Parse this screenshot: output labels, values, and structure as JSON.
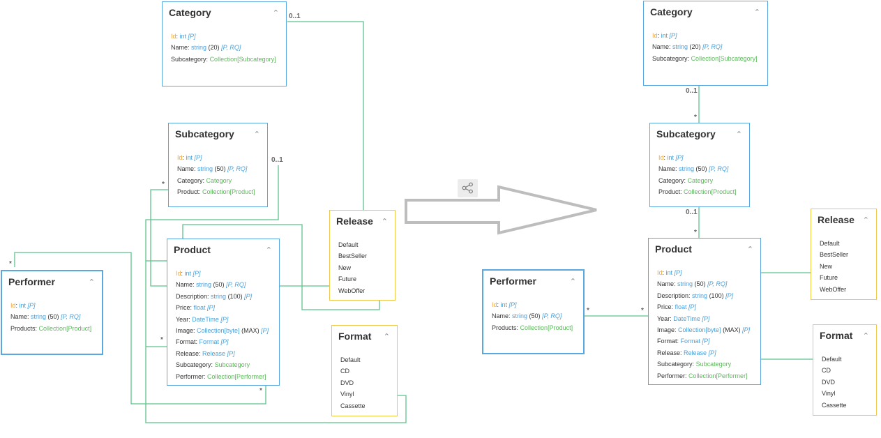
{
  "left": {
    "category": {
      "title": "Category",
      "attrs": [
        [
          {
            "t": "Id",
            "c": "k"
          },
          {
            "t": ": ",
            "c": "lit"
          },
          {
            "t": "int",
            "c": "t"
          },
          {
            "t": " [P]",
            "c": "f"
          }
        ],
        [
          {
            "t": "Name",
            "c": "lit"
          },
          {
            "t": ": ",
            "c": "lit"
          },
          {
            "t": "string",
            "c": "t"
          },
          {
            "t": " (20)",
            "c": "lit"
          },
          {
            "t": " [P, RQ]",
            "c": "f"
          }
        ],
        [
          {
            "t": "Subcategory",
            "c": "lit"
          },
          {
            "t": ": ",
            "c": "lit"
          },
          {
            "t": "Collection[Subcategory]",
            "c": "c"
          }
        ]
      ]
    },
    "subcategory": {
      "title": "Subcategory",
      "attrs": [
        [
          {
            "t": "Id",
            "c": "k"
          },
          {
            "t": ": ",
            "c": "lit"
          },
          {
            "t": "int",
            "c": "t"
          },
          {
            "t": " [P]",
            "c": "f"
          }
        ],
        [
          {
            "t": "Name",
            "c": "lit"
          },
          {
            "t": ": ",
            "c": "lit"
          },
          {
            "t": "string",
            "c": "t"
          },
          {
            "t": " (50)",
            "c": "lit"
          },
          {
            "t": " [P, RQ]",
            "c": "f"
          }
        ],
        [
          {
            "t": "Category",
            "c": "lit"
          },
          {
            "t": ": ",
            "c": "lit"
          },
          {
            "t": "Category",
            "c": "c"
          }
        ],
        [
          {
            "t": "Product",
            "c": "lit"
          },
          {
            "t": ": ",
            "c": "lit"
          },
          {
            "t": "Collection[Product]",
            "c": "c"
          }
        ]
      ]
    },
    "product": {
      "title": "Product",
      "attrs": [
        [
          {
            "t": "Id",
            "c": "k"
          },
          {
            "t": ": ",
            "c": "lit"
          },
          {
            "t": "int",
            "c": "t"
          },
          {
            "t": " [P]",
            "c": "f"
          }
        ],
        [
          {
            "t": "Name",
            "c": "lit"
          },
          {
            "t": ": ",
            "c": "lit"
          },
          {
            "t": "string",
            "c": "t"
          },
          {
            "t": " (50)",
            "c": "lit"
          },
          {
            "t": " [P, RQ]",
            "c": "f"
          }
        ],
        [
          {
            "t": "Description",
            "c": "lit"
          },
          {
            "t": ": ",
            "c": "lit"
          },
          {
            "t": "string",
            "c": "t"
          },
          {
            "t": " (100)",
            "c": "lit"
          },
          {
            "t": " [P]",
            "c": "f"
          }
        ],
        [
          {
            "t": "Price",
            "c": "lit"
          },
          {
            "t": ": ",
            "c": "lit"
          },
          {
            "t": "float",
            "c": "t"
          },
          {
            "t": " [P]",
            "c": "f"
          }
        ],
        [
          {
            "t": "Year",
            "c": "lit"
          },
          {
            "t": ": ",
            "c": "lit"
          },
          {
            "t": "DateTime",
            "c": "t"
          },
          {
            "t": " [P]",
            "c": "f"
          }
        ],
        [
          {
            "t": "Image",
            "c": "lit"
          },
          {
            "t": ": ",
            "c": "lit"
          },
          {
            "t": "Collection[byte]",
            "c": "t"
          },
          {
            "t": " (MAX)",
            "c": "lit"
          },
          {
            "t": " [P]",
            "c": "f"
          }
        ],
        [
          {
            "t": "Format",
            "c": "lit"
          },
          {
            "t": ": ",
            "c": "lit"
          },
          {
            "t": "Format",
            "c": "t"
          },
          {
            "t": " [P]",
            "c": "f"
          }
        ],
        [
          {
            "t": "Release",
            "c": "lit"
          },
          {
            "t": ": ",
            "c": "lit"
          },
          {
            "t": "Release",
            "c": "t"
          },
          {
            "t": " [P]",
            "c": "f"
          }
        ],
        [
          {
            "t": "Subcategory",
            "c": "lit"
          },
          {
            "t": ": ",
            "c": "lit"
          },
          {
            "t": "Subcategory",
            "c": "c"
          }
        ],
        [
          {
            "t": "Performer",
            "c": "lit"
          },
          {
            "t": ": ",
            "c": "lit"
          },
          {
            "t": "Collection[Performer]",
            "c": "c"
          }
        ]
      ]
    },
    "performer": {
      "title": "Performer",
      "attrs": [
        [
          {
            "t": "Id",
            "c": "k"
          },
          {
            "t": ": ",
            "c": "lit"
          },
          {
            "t": "int",
            "c": "t"
          },
          {
            "t": " [P]",
            "c": "f"
          }
        ],
        [
          {
            "t": "Name",
            "c": "lit"
          },
          {
            "t": ": ",
            "c": "lit"
          },
          {
            "t": "string",
            "c": "t"
          },
          {
            "t": " (50)",
            "c": "lit"
          },
          {
            "t": " [P, RQ]",
            "c": "f"
          }
        ],
        [
          {
            "t": "Products",
            "c": "lit"
          },
          {
            "t": ": ",
            "c": "lit"
          },
          {
            "t": "Collection[Product]",
            "c": "c"
          }
        ]
      ]
    },
    "release": {
      "title": "Release",
      "attrs": [
        [
          {
            "t": "Default",
            "c": "lit"
          }
        ],
        [
          {
            "t": "BestSeller",
            "c": "lit"
          }
        ],
        [
          {
            "t": "New",
            "c": "lit"
          }
        ],
        [
          {
            "t": "Future",
            "c": "lit"
          }
        ],
        [
          {
            "t": "WebOffer",
            "c": "lit"
          }
        ]
      ]
    },
    "format": {
      "title": "Format",
      "attrs": [
        [
          {
            "t": "Default",
            "c": "lit"
          }
        ],
        [
          {
            "t": "CD",
            "c": "lit"
          }
        ],
        [
          {
            "t": "DVD",
            "c": "lit"
          }
        ],
        [
          {
            "t": "Vinyl",
            "c": "lit"
          }
        ],
        [
          {
            "t": "Cassette",
            "c": "lit"
          }
        ]
      ]
    }
  },
  "right": {
    "category": {
      "title": "Category",
      "attrs": [
        [
          {
            "t": "Id",
            "c": "k"
          },
          {
            "t": ": ",
            "c": "lit"
          },
          {
            "t": "int",
            "c": "t"
          },
          {
            "t": " [P]",
            "c": "f"
          }
        ],
        [
          {
            "t": "Name",
            "c": "lit"
          },
          {
            "t": ": ",
            "c": "lit"
          },
          {
            "t": "string",
            "c": "t"
          },
          {
            "t": " (20)",
            "c": "lit"
          },
          {
            "t": " [P, RQ]",
            "c": "f"
          }
        ],
        [
          {
            "t": "Subcategory",
            "c": "lit"
          },
          {
            "t": ": ",
            "c": "lit"
          },
          {
            "t": "Collection[Subcategory]",
            "c": "c"
          }
        ]
      ]
    },
    "subcategory": {
      "title": "Subcategory",
      "attrs": [
        [
          {
            "t": "Id",
            "c": "k"
          },
          {
            "t": ": ",
            "c": "lit"
          },
          {
            "t": "int",
            "c": "t"
          },
          {
            "t": " [P]",
            "c": "f"
          }
        ],
        [
          {
            "t": "Name",
            "c": "lit"
          },
          {
            "t": ": ",
            "c": "lit"
          },
          {
            "t": "string",
            "c": "t"
          },
          {
            "t": " (50)",
            "c": "lit"
          },
          {
            "t": " [P, RQ]",
            "c": "f"
          }
        ],
        [
          {
            "t": "Category",
            "c": "lit"
          },
          {
            "t": ": ",
            "c": "lit"
          },
          {
            "t": "Category",
            "c": "c"
          }
        ],
        [
          {
            "t": "Product",
            "c": "lit"
          },
          {
            "t": ": ",
            "c": "lit"
          },
          {
            "t": "Collection[Product]",
            "c": "c"
          }
        ]
      ]
    },
    "product": {
      "title": "Product",
      "attrs": [
        [
          {
            "t": "Id",
            "c": "k"
          },
          {
            "t": ": ",
            "c": "lit"
          },
          {
            "t": "int",
            "c": "t"
          },
          {
            "t": " [P]",
            "c": "f"
          }
        ],
        [
          {
            "t": "Name",
            "c": "lit"
          },
          {
            "t": ": ",
            "c": "lit"
          },
          {
            "t": "string",
            "c": "t"
          },
          {
            "t": " (50)",
            "c": "lit"
          },
          {
            "t": " [P, RQ]",
            "c": "f"
          }
        ],
        [
          {
            "t": "Description",
            "c": "lit"
          },
          {
            "t": ": ",
            "c": "lit"
          },
          {
            "t": "string",
            "c": "t"
          },
          {
            "t": " (100)",
            "c": "lit"
          },
          {
            "t": " [P]",
            "c": "f"
          }
        ],
        [
          {
            "t": "Price",
            "c": "lit"
          },
          {
            "t": ": ",
            "c": "lit"
          },
          {
            "t": "float",
            "c": "t"
          },
          {
            "t": " [P]",
            "c": "f"
          }
        ],
        [
          {
            "t": "Year",
            "c": "lit"
          },
          {
            "t": ": ",
            "c": "lit"
          },
          {
            "t": "DateTime",
            "c": "t"
          },
          {
            "t": " [P]",
            "c": "f"
          }
        ],
        [
          {
            "t": "Image",
            "c": "lit"
          },
          {
            "t": ": ",
            "c": "lit"
          },
          {
            "t": "Collection[byte]",
            "c": "t"
          },
          {
            "t": " (MAX)",
            "c": "lit"
          },
          {
            "t": " [P]",
            "c": "f"
          }
        ],
        [
          {
            "t": "Format",
            "c": "lit"
          },
          {
            "t": ": ",
            "c": "lit"
          },
          {
            "t": "Format",
            "c": "t"
          },
          {
            "t": " [P]",
            "c": "f"
          }
        ],
        [
          {
            "t": "Release",
            "c": "lit"
          },
          {
            "t": ": ",
            "c": "lit"
          },
          {
            "t": "Release",
            "c": "t"
          },
          {
            "t": " [P]",
            "c": "f"
          }
        ],
        [
          {
            "t": "Subcategory",
            "c": "lit"
          },
          {
            "t": ": ",
            "c": "lit"
          },
          {
            "t": "Subcategory",
            "c": "c"
          }
        ],
        [
          {
            "t": "Performer",
            "c": "lit"
          },
          {
            "t": ": ",
            "c": "lit"
          },
          {
            "t": "Collection[Performer]",
            "c": "c"
          }
        ]
      ]
    },
    "performer": {
      "title": "Performer",
      "attrs": [
        [
          {
            "t": "Id",
            "c": "k"
          },
          {
            "t": ": ",
            "c": "lit"
          },
          {
            "t": "int",
            "c": "t"
          },
          {
            "t": " [P]",
            "c": "f"
          }
        ],
        [
          {
            "t": "Name",
            "c": "lit"
          },
          {
            "t": ": ",
            "c": "lit"
          },
          {
            "t": "string",
            "c": "t"
          },
          {
            "t": " (50)",
            "c": "lit"
          },
          {
            "t": " [P, RQ]",
            "c": "f"
          }
        ],
        [
          {
            "t": "Products",
            "c": "lit"
          },
          {
            "t": ": ",
            "c": "lit"
          },
          {
            "t": "Collection[Product]",
            "c": "c"
          }
        ]
      ]
    },
    "release": {
      "title": "Release",
      "attrs": [
        [
          {
            "t": "Default",
            "c": "lit"
          }
        ],
        [
          {
            "t": "BestSeller",
            "c": "lit"
          }
        ],
        [
          {
            "t": "New",
            "c": "lit"
          }
        ],
        [
          {
            "t": "Future",
            "c": "lit"
          }
        ],
        [
          {
            "t": "WebOffer",
            "c": "lit"
          }
        ]
      ]
    },
    "format": {
      "title": "Format",
      "attrs": [
        [
          {
            "t": "Default",
            "c": "lit"
          }
        ],
        [
          {
            "t": "CD",
            "c": "lit"
          }
        ],
        [
          {
            "t": "DVD",
            "c": "lit"
          }
        ],
        [
          {
            "t": "Vinyl",
            "c": "lit"
          }
        ],
        [
          {
            "t": "Cassette",
            "c": "lit"
          }
        ]
      ]
    }
  },
  "labels": {
    "many": "*",
    "zero_one": "0..1"
  },
  "colors": {
    "entity_border": "#5aa8e0",
    "enum_border": "#f0c84a",
    "connector": "#5cc48a",
    "key": "#f4a43a",
    "type": "#4a9fd8",
    "collection": "#5bb85b",
    "arrow": "#bdbdbd"
  },
  "icons": {
    "collapse": "chevron-up-icon",
    "share": "share-icon"
  }
}
